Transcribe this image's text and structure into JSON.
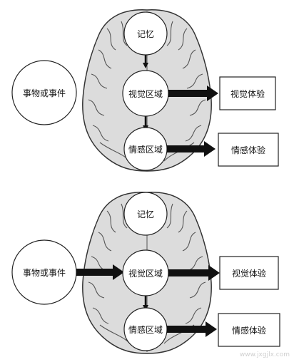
{
  "diagrams": [
    {
      "nodes": {
        "event": "事物或事件",
        "memory": "记忆",
        "visual_area": "视觉区域",
        "emotion_area": "情感区域",
        "visual_experience": "视觉体验",
        "emotional_experience": "情感体验"
      }
    },
    {
      "nodes": {
        "event": "事物或事件",
        "memory": "记忆",
        "visual_area": "视觉区域",
        "emotion_area": "情感区域",
        "visual_experience": "视觉体验",
        "emotional_experience": "情感体验"
      }
    }
  ],
  "watermark": "www.jxgjlx.com"
}
